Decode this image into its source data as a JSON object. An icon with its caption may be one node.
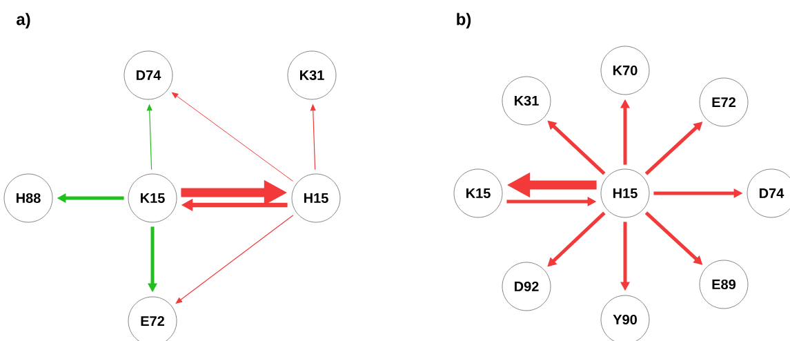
{
  "diagram": {
    "nodes": [
      {
        "text": [
          "D74"
        ]
      },
      {
        "text": [
          "K31"
        ]
      },
      {
        "text": [
          "H88"
        ]
      },
      {
        "text": [
          "K15"
        ]
      },
      {
        "text": [
          "H15"
        ]
      },
      {
        "text": [
          "E72"
        ]
      },
      {
        "text": [
          "K70"
        ]
      },
      {
        "text": [
          "K31"
        ]
      },
      {
        "text": [
          "E72"
        ]
      },
      {
        "text": [
          "K15"
        ]
      },
      {
        "text": [
          "H15"
        ]
      },
      {
        "text": [
          "D74"
        ]
      },
      {
        "text": [
          "D92"
        ]
      },
      {
        "text": [
          "Y90"
        ]
      },
      {
        "text": [
          "E89"
        ]
      }
    ],
    "edges": [
      {
        "from": 3,
        "to": 4,
        "arrow": "to",
        "style": "thick"
      },
      {
        "from": 4,
        "to": 3,
        "arrow": "to"
      },
      {
        "from": 3,
        "to": 2,
        "arrow": "to",
        "color": "#22c01f"
      },
      {
        "from": 3,
        "to": 5,
        "arrow": "to",
        "color": "#22c01f"
      },
      {
        "from": 3,
        "to": 0,
        "arrow": "to",
        "color": "#22c01f"
      },
      {
        "from": 4,
        "to": 0,
        "arrow": "to"
      },
      {
        "from": 4,
        "to": 1,
        "arrow": "to"
      },
      {
        "from": 4,
        "to": 5,
        "arrow": "to"
      },
      {
        "from": 10,
        "to": 9,
        "arrow": "to",
        "style": "thick"
      },
      {
        "from": 9,
        "to": 10,
        "arrow": "to"
      },
      {
        "from": 10,
        "to": 6,
        "arrow": "to"
      },
      {
        "from": 10,
        "to": 7,
        "arrow": "to"
      },
      {
        "from": 10,
        "to": 8,
        "arrow": "to"
      },
      {
        "from": 10,
        "to": 11,
        "arrow": "to"
      },
      {
        "from": 10,
        "to": 12,
        "arrow": "to"
      },
      {
        "from": 10,
        "to": 13,
        "arrow": "to"
      },
      {
        "from": 10,
        "to": 14,
        "arrow": "to"
      }
    ],
    "labels": [
      "a)",
      "b)"
    ]
  }
}
